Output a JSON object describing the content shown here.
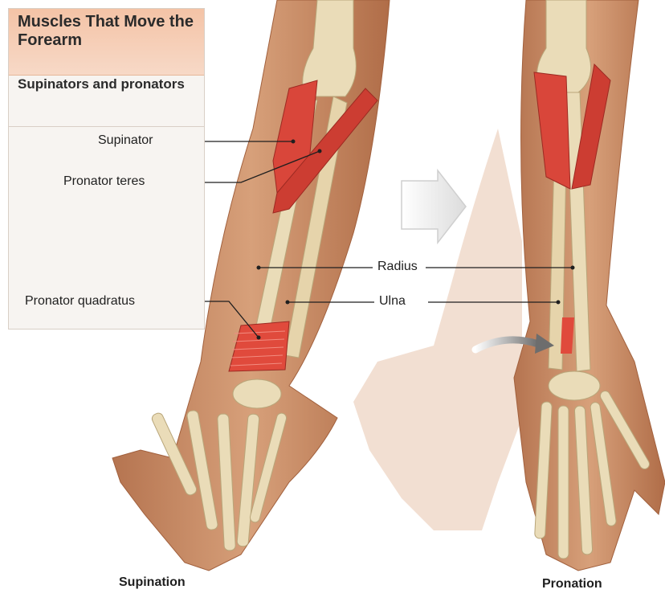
{
  "panel": {
    "title": "Muscles That Move the Forearm",
    "subtitle": "Supinators and pronators"
  },
  "labels": {
    "supinator": "Supinator",
    "pronator_teres": "Pronator teres",
    "pronator_quadratus": "Pronator quadratus",
    "radius": "Radius",
    "ulna": "Ulna"
  },
  "captions": {
    "left": "Supination",
    "right": "Pronation"
  },
  "colors": {
    "skin": "#c98a5f",
    "bone": "#eadcb8",
    "muscle": "#d9463a",
    "panel_header": "#f4c3a6"
  }
}
